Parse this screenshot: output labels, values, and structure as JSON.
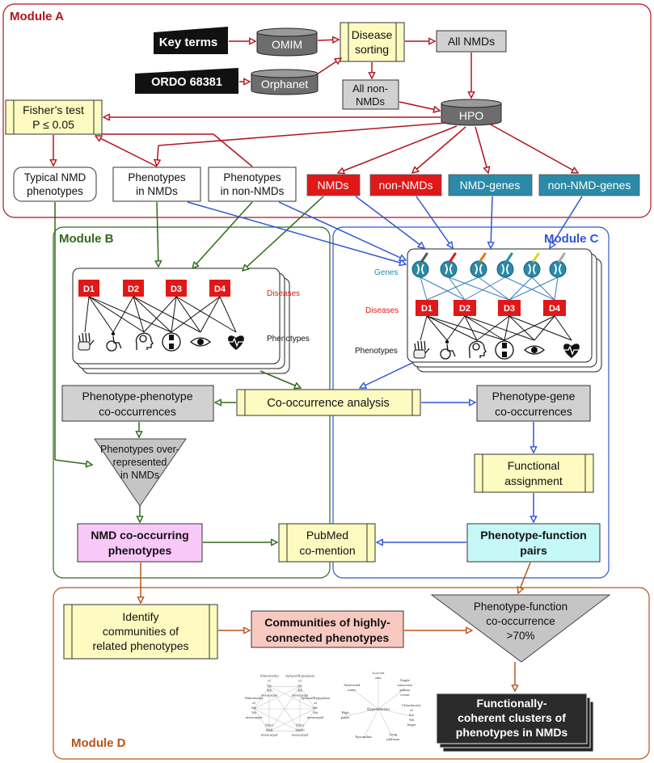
{
  "modules": {
    "a": "Module A",
    "b": "Module B",
    "c": "Module C",
    "d": "Module D"
  },
  "colors": {
    "module_a": "#b0151e",
    "module_b": "#2e6a1a",
    "module_c": "#2f56d6",
    "module_d": "#b8541a",
    "yellow_box": "#fdfbc0",
    "gray_box": "#d1d1d1",
    "red_box": "#e01818",
    "teal_box": "#2a8aa8",
    "pink_box": "#f8c8f8",
    "cyan_box": "#c6f8f8",
    "salmon_box": "#f7c9c0"
  },
  "a": {
    "key_terms": "Key terms",
    "ordo": "ORDO 68381",
    "omim": "OMIM",
    "orphanet": "Orphanet",
    "disease_sorting_1": "Disease",
    "disease_sorting_2": "sorting",
    "all_nmds": "All NMDs",
    "all_non_nmds_1": "All non-",
    "all_non_nmds_2": "NMDs",
    "hpo": "HPO",
    "fisher_1": "Fisher’s test",
    "fisher_2": "P ≤ 0.05",
    "typical_1": "Typical NMD",
    "typical_2": "phenotypes",
    "pheno_nmd_1": "Phenotypes",
    "pheno_nmd_2": "in NMDs",
    "pheno_non_1": "Phenotypes",
    "pheno_non_2": "in non-NMDs",
    "nmds": "NMDs",
    "non_nmds": "non-NMDs",
    "nmd_genes": "NMD-genes",
    "non_nmd_genes": "non-NMD-genes"
  },
  "network": {
    "diseases": [
      "D1",
      "D2",
      "D3",
      "D4"
    ],
    "diseases_label": "Diseases",
    "phenotypes_label": "Phenotypes",
    "genes_label": "Genes",
    "phenotype_icons": [
      "hand-xray-icon",
      "wheelchair-icon",
      "brain-head-icon",
      "knee-joint-icon",
      "eye-icon",
      "heart-pulse-icon"
    ],
    "gene_icons": [
      "chromosome-icon",
      "chromosome-icon",
      "chromosome-icon",
      "chromosome-icon",
      "chromosome-icon",
      "chromosome-icon"
    ]
  },
  "b": {
    "co_occurrence": "Co-occurrence analysis",
    "pp_1": "Phenotype-phenotype",
    "pp_2": "co-occurrences",
    "over_1": "Phenotypes over-",
    "over_2": "represented",
    "over_3": "in NMDs",
    "nmd_co_1": "NMD co-occurring",
    "nmd_co_2": "phenotypes",
    "pubmed_1": "PubMed",
    "pubmed_2": "co-mention"
  },
  "c": {
    "pg_1": "Phenotype-gene",
    "pg_2": "co-occurrences",
    "func_1": "Functional",
    "func_2": "assignment",
    "pf_1": "Phenotype-function",
    "pf_2": "pairs"
  },
  "d": {
    "identify_1": "Identify",
    "identify_2": "communities of",
    "identify_3": "related phenotypes",
    "comm_1": "Communities of highly-",
    "comm_2": "connected phenotypes",
    "pfc_1": "Phenotype-function",
    "pfc_2": "co-occurrence",
    "pfc_3": ">70%",
    "func_coh_1": "Functionally-",
    "func_coh_2": "coherent clusters of",
    "func_coh_3": "phenotypes in NMDs",
    "graph1_nodes": [
      [
        "Aplasia/Hypoplasia",
        "of",
        "the",
        "4th",
        "metacarpal"
      ],
      [
        "Aplasia/Hypoplasia",
        "of",
        "the",
        "5th",
        "metacarpal"
      ],
      [
        "Short",
        "fourth",
        "metacarpal"
      ],
      [
        "Short",
        "third",
        "metacarpal"
      ],
      [
        "Abnormality",
        "of",
        "the",
        "5th",
        "metacarpal"
      ],
      [
        "Abnormality",
        "of",
        "the",
        "4th",
        "metacarpal"
      ]
    ],
    "graph2_nodes": [
      [
        "Low-set",
        "ears"
      ],
      [
        "Single",
        "transverse",
        "palmar",
        "crease"
      ],
      [
        "Clinodactyly",
        "of",
        "the",
        "5th",
        "finger"
      ],
      [
        "Long",
        "philtrum"
      ],
      [
        "Epicanthus"
      ],
      [
        "High",
        "palate"
      ],
      [
        "Anteverted",
        "nares"
      ]
    ],
    "graph2_center": "Hypertelorism"
  }
}
